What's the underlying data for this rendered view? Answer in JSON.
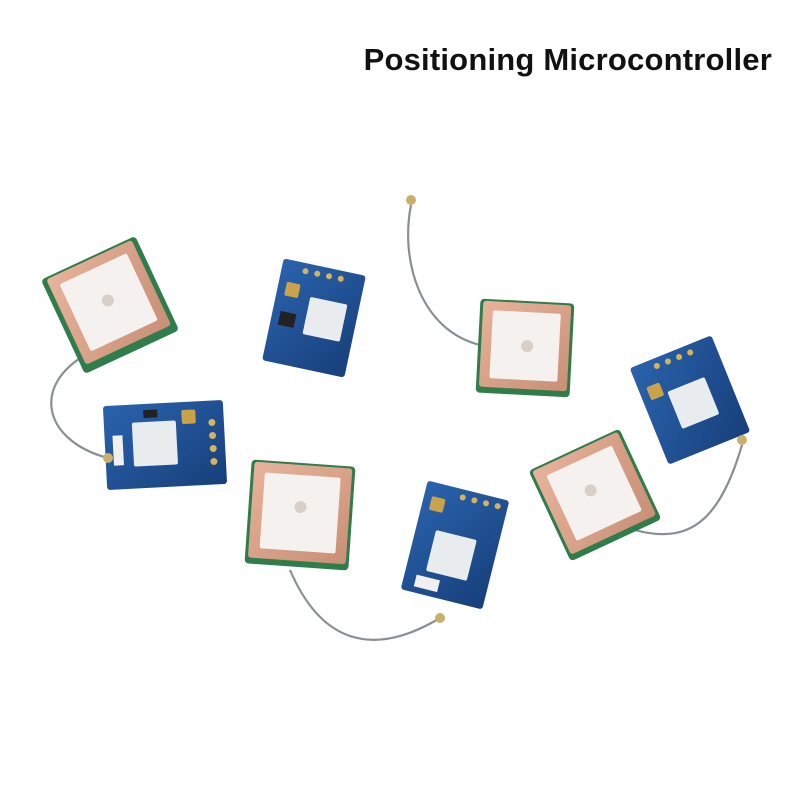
{
  "title": "Positioning Microcontroller",
  "colors": {
    "board_blue": "#1d4f93",
    "antenna_green": "#2f7d4a",
    "ceramic": "#d9a48c",
    "cable": "#8a8f93"
  },
  "objects": {
    "antennas": 4,
    "boards": 4
  }
}
